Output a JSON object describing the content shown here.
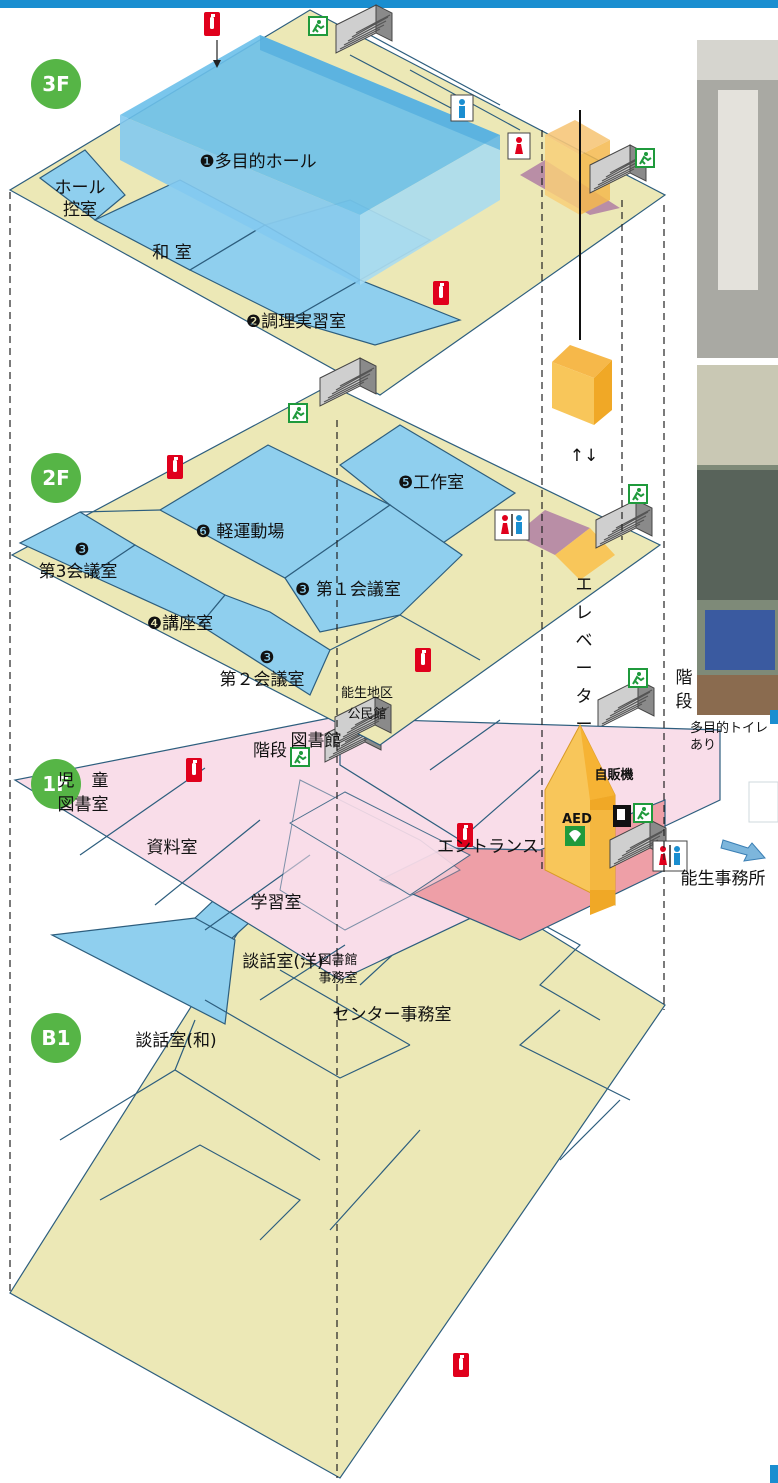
{
  "floors": {
    "f3": {
      "badge": "3F",
      "rooms": {
        "hall": "❶多目的ホール",
        "hall_waiting_1": "ホール",
        "hall_waiting_2": "控室",
        "washitsu": "和 室",
        "cooking": "❷調理実習室"
      }
    },
    "f2": {
      "badge": "2F",
      "rooms": {
        "workshop": "❺工作室",
        "exercise": "❻ 軽運動場",
        "conf3_num": "❸",
        "conf3": "第3会議室",
        "conf1": "❸ 第１会議室",
        "lecture": "❹講座室",
        "conf2_num": "❸",
        "conf2": "第２会議室",
        "kominkan_1": "能生地区",
        "kominkan_2": "公民館"
      },
      "stairs_label": "階段"
    },
    "f1": {
      "badge": "1F",
      "rooms": {
        "library": "図書館",
        "kids_1": "児　童",
        "kids_2": "図書室",
        "materials": "資料室",
        "study": "学習室",
        "lib_office_1": "図書館",
        "lib_office_2": "事務室",
        "entrance": "エントランス",
        "center_office": "センター事務室"
      },
      "aed": "AED",
      "vending": "自販機",
      "stairs_1": "階",
      "stairs_2": "段",
      "toilet_note_1": "多目的トイレ",
      "toilet_note_2": "あり",
      "office_direction": "能生事務所"
    },
    "b1": {
      "badge": "B1",
      "rooms": {
        "talk_western": "談話室(洋)",
        "talk_japanese": "談話室(和)"
      }
    }
  },
  "elevator_label": [
    "エ",
    "レ",
    "ベ",
    "ー",
    "タ",
    "ー"
  ],
  "elevator_arrows": "↑↓",
  "colors": {
    "floor_base": "#ece8b6",
    "room_blue": "#8fcfee",
    "room_line": "#2d5e7e",
    "floor1_pink": "#f9dde9",
    "entrance_pink": "#ee9fa7",
    "purple": "#b98ea6",
    "badge_green": "#56b546",
    "extinguisher_red": "#e0001c",
    "exit_green": "#1f9a3c",
    "elevator_orange": "#f8c65a",
    "top_bar": "#1a8ed0"
  },
  "icons": [
    "fire-extinguisher-icon",
    "emergency-exit-icon",
    "male-toilet-icon",
    "female-toilet-icon",
    "aed-icon",
    "vending-icon",
    "arrow-icon"
  ]
}
